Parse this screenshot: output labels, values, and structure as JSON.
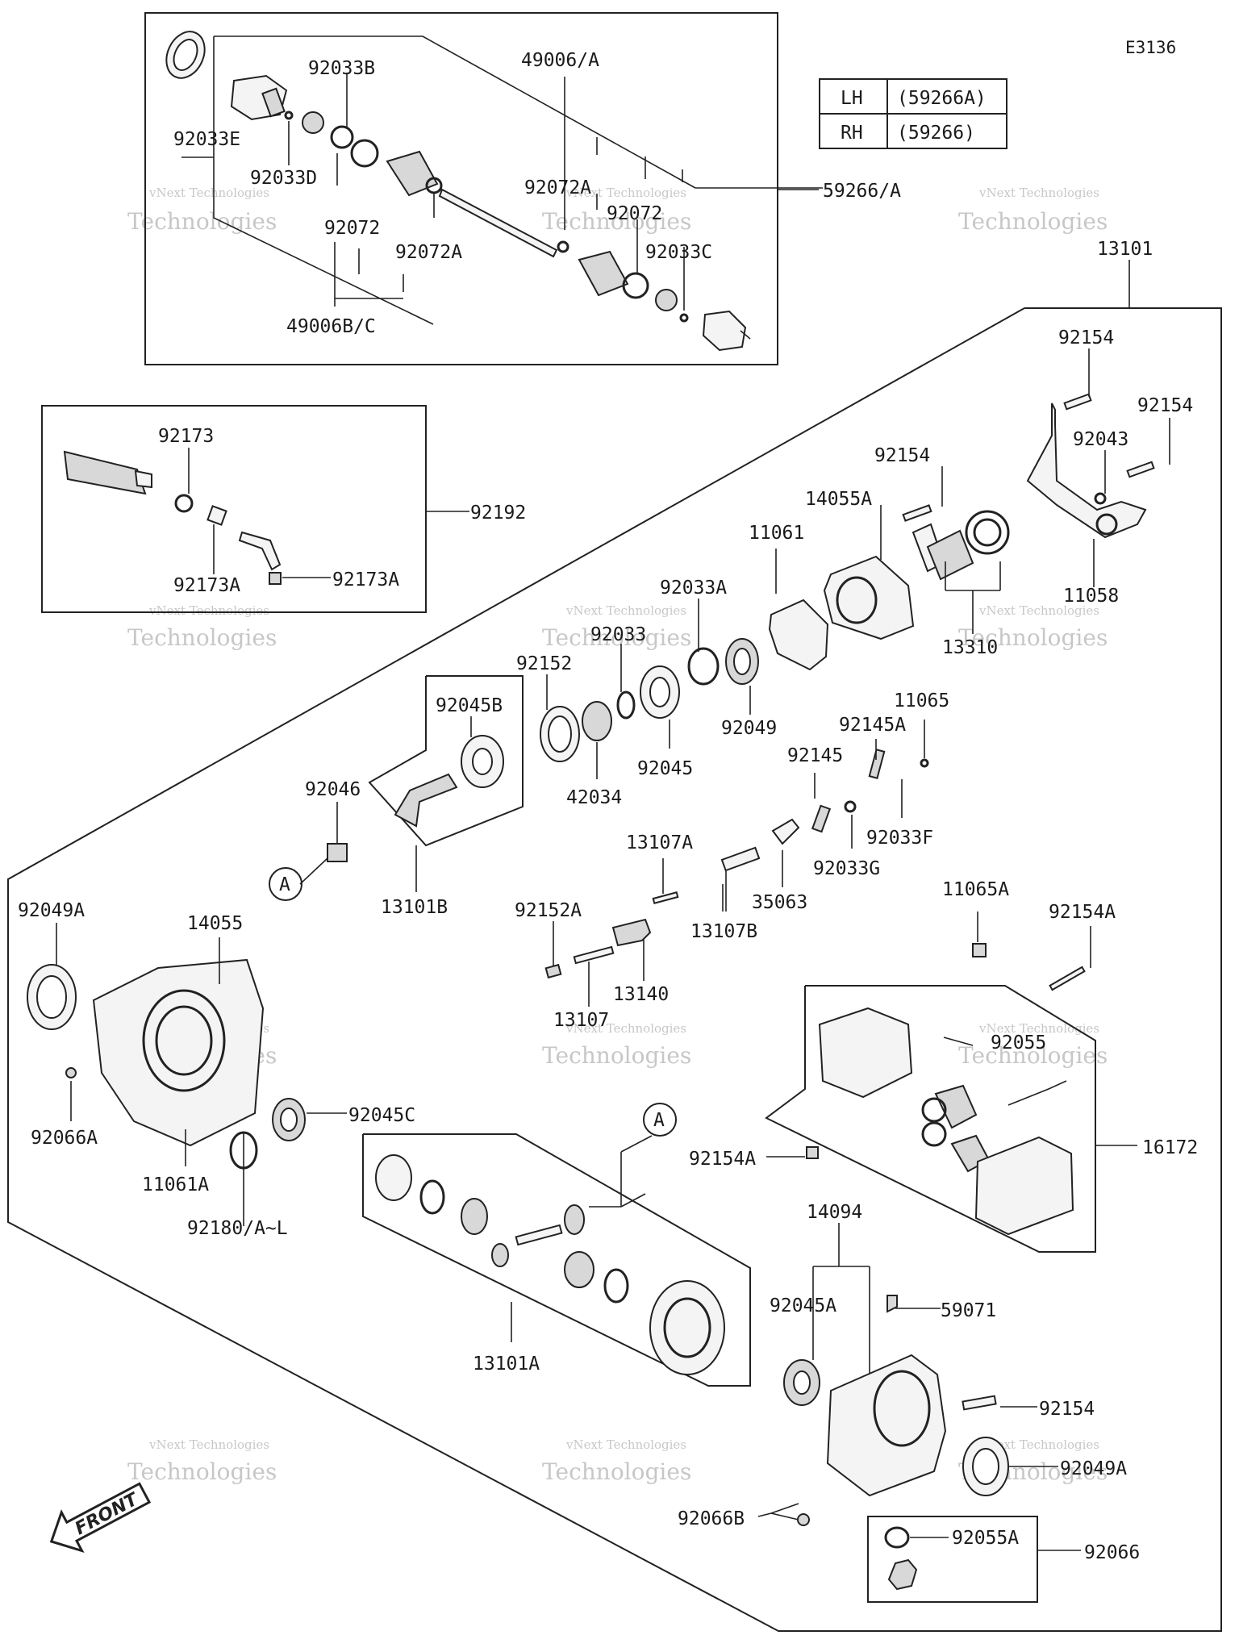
{
  "diagram_code": "E3136",
  "side_table": [
    {
      "side": "LH",
      "part": "(59266A)"
    },
    {
      "side": "RH",
      "part": "(59266)"
    }
  ],
  "watermark": {
    "line1": "vNext Technologies",
    "line2": "Technologies"
  },
  "front_label": "FRONT",
  "circle_ref": "A",
  "labels": {
    "p59266A": "59266/A",
    "p92033B": "92033B",
    "p49006A": "49006/A",
    "p92033E": "92033E",
    "p92033D": "92033D",
    "p92072top": "92072",
    "p92072A_mid": "92072A",
    "p92072": "92072",
    "p92072A": "92072A",
    "p92033C": "92033C",
    "p49006BC": "49006B/C",
    "p13101": "13101",
    "p92154_a": "92154",
    "p92154_b": "92154",
    "p92043": "92043",
    "p92154_c": "92154",
    "p14055A": "14055A",
    "p11061": "11061",
    "p11058": "11058",
    "p13310": "13310",
    "p92173": "92173",
    "p92192": "92192",
    "p92173A_a": "92173A",
    "p92173A_b": "92173A",
    "p92033A": "92033A",
    "p92033": "92033",
    "p92152": "92152",
    "p92049": "92049",
    "p92045": "92045",
    "p42034": "42034",
    "p92045B": "92045B",
    "p92046": "92046",
    "p13101B": "13101B",
    "p11065": "11065",
    "p92145A": "92145A",
    "p92145": "92145",
    "p92033F": "92033F",
    "p92033G": "92033G",
    "p35063": "35063",
    "p13107A": "13107A",
    "p13107B": "13107B",
    "p92152A": "92152A",
    "p13140": "13140",
    "p13107": "13107",
    "p11065A": "11065A",
    "p92154A_top": "92154A",
    "p92055": "92055",
    "p16172": "16172",
    "p92154A_mid": "92154A",
    "p92049A_left": "92049A",
    "p14055": "14055",
    "p92066A": "92066A",
    "p11061A": "11061A",
    "p92045C": "92045C",
    "p92180": "92180/A~L",
    "p13101A": "13101A",
    "p14094": "14094",
    "p92045A": "92045A",
    "p59071": "59071",
    "p92154_d": "92154",
    "p92049A_right": "92049A",
    "p92066B": "92066B",
    "p92055A": "92055A",
    "p92066": "92066"
  }
}
